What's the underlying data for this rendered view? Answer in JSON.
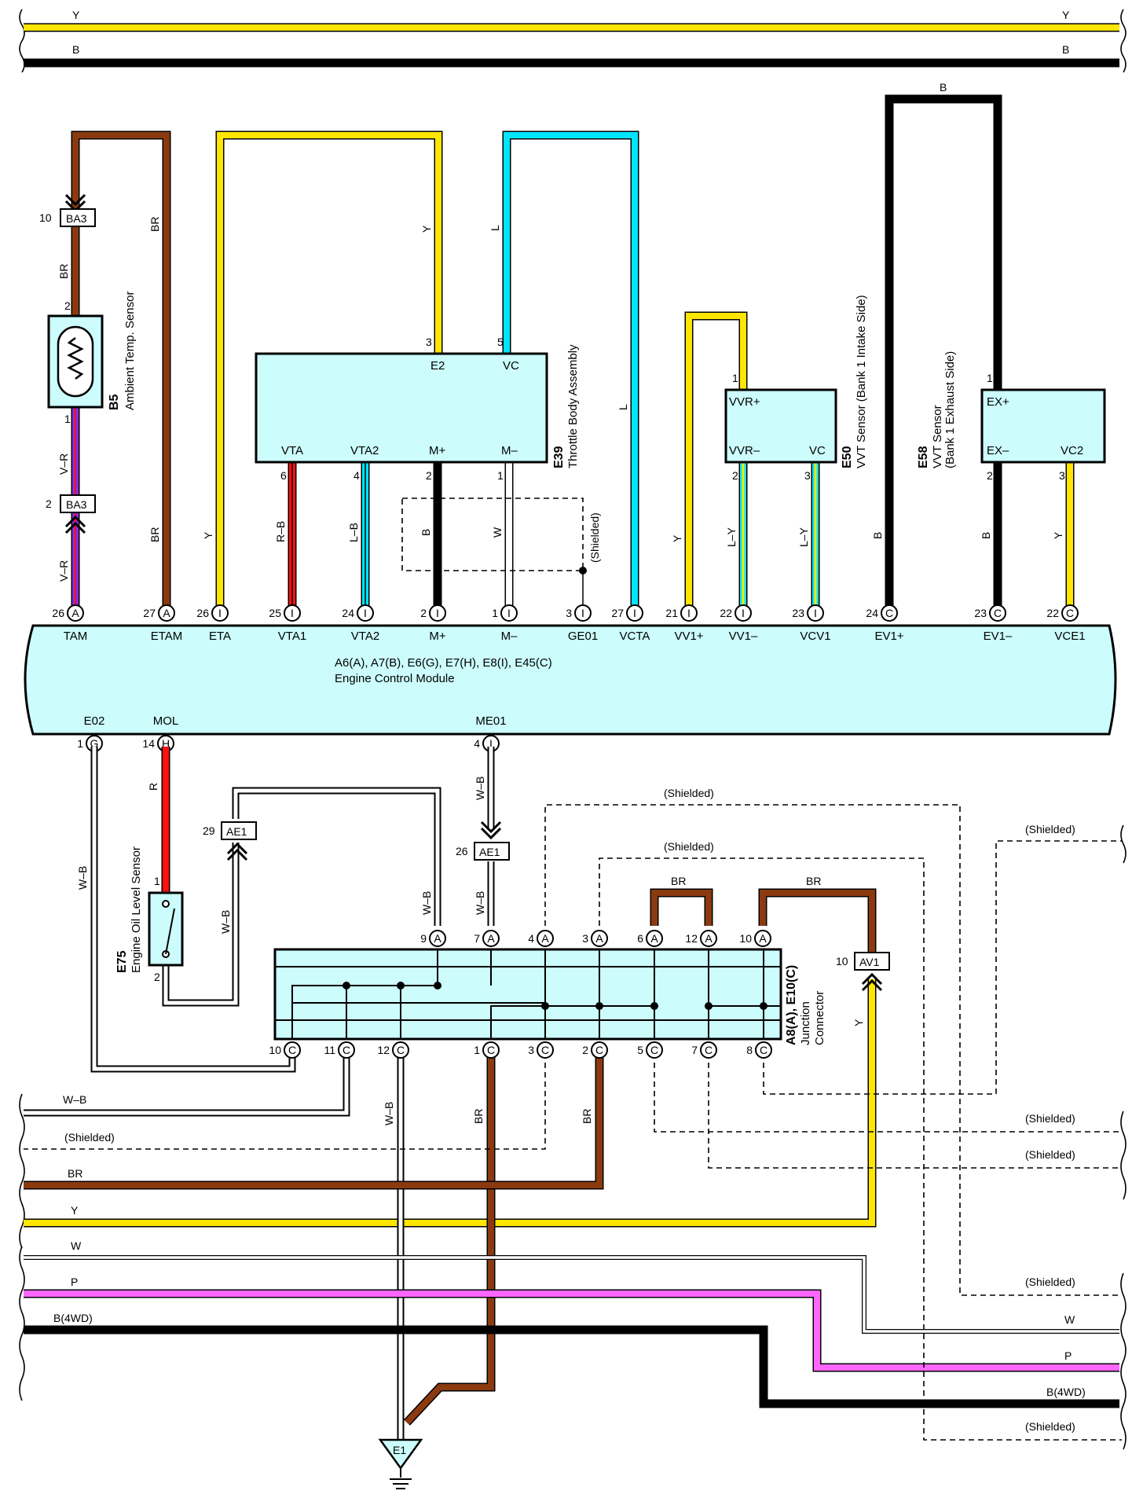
{
  "colors": {
    "Y": "#ffe600",
    "B": "#000000",
    "BR": "#8b3a0f",
    "L": "#00e5ff",
    "R": "#ff1010",
    "W": "#ffffff",
    "P": "#ff66ff",
    "V": "#8a2be2",
    "module_fill": "#ccfcfc"
  },
  "top_wires": {
    "y_left": "Y",
    "y_right": "Y",
    "b_left": "B",
    "b_right": "B"
  },
  "ecm": {
    "title": "A6(A), A7(B), E6(G), E7(H), E8(I), E45(C)",
    "subtitle": "Engine Control Module",
    "terminals": [
      {
        "pin": "26",
        "conn": "A",
        "name": "TAM"
      },
      {
        "pin": "27",
        "conn": "A",
        "name": "ETAM"
      },
      {
        "pin": "26",
        "conn": "I",
        "name": "ETA"
      },
      {
        "pin": "25",
        "conn": "I",
        "name": "VTA1"
      },
      {
        "pin": "24",
        "conn": "I",
        "name": "VTA2"
      },
      {
        "pin": "2",
        "conn": "I",
        "name": "M+"
      },
      {
        "pin": "1",
        "conn": "I",
        "name": "M–"
      },
      {
        "pin": "3",
        "conn": "I",
        "name": "GE01"
      },
      {
        "pin": "27",
        "conn": "I",
        "name": "VCTA"
      },
      {
        "pin": "21",
        "conn": "I",
        "name": "VV1+"
      },
      {
        "pin": "22",
        "conn": "I",
        "name": "VV1–"
      },
      {
        "pin": "23",
        "conn": "I",
        "name": "VCV1"
      },
      {
        "pin": "24",
        "conn": "C",
        "name": "EV1+"
      },
      {
        "pin": "23",
        "conn": "C",
        "name": "EV1–"
      },
      {
        "pin": "22",
        "conn": "C",
        "name": "VCE1"
      }
    ],
    "bottom_terminals": [
      {
        "pin": "1",
        "conn": "G",
        "name": "E02"
      },
      {
        "pin": "14",
        "conn": "H",
        "name": "MOL"
      },
      {
        "pin": "4",
        "conn": "I",
        "name": "ME01"
      }
    ]
  },
  "b5": {
    "id": "B5",
    "name": "Ambient Temp. Sensor",
    "pin_top": "2",
    "pin_bottom": "1"
  },
  "ba3_top": {
    "pin": "10",
    "label": "BA3"
  },
  "ba3_bottom": {
    "pin": "2",
    "label": "BA3"
  },
  "e39": {
    "id": "E39",
    "name": "Throttle Body Assembly",
    "pins": {
      "e2": "E2",
      "vc": "VC",
      "vta": "VTA",
      "vta2": "VTA2",
      "mp": "M+",
      "mm": "M–"
    },
    "nums": {
      "e2": "3",
      "vc": "5",
      "vta": "6",
      "vta2": "4",
      "mp": "2",
      "mm": "1"
    }
  },
  "e50": {
    "id": "E50",
    "name": "VVT Sensor (Bank 1 Intake Side)",
    "pins": {
      "vvrp": "VVR+",
      "vvrm": "VVR–",
      "vc": "VC"
    },
    "nums": {
      "vvrp": "1",
      "vvrm": "2",
      "vc": "3"
    }
  },
  "e58": {
    "id": "E58",
    "name1": "VVT Sensor",
    "name2": "(Bank 1 Exhaust Side)",
    "pins": {
      "exp": "EX+",
      "exm": "EX–",
      "vc2": "VC2"
    },
    "nums": {
      "exp": "1",
      "exm": "2",
      "vc2": "3"
    }
  },
  "e75": {
    "id": "E75",
    "name": "Engine Oil Level Sensor",
    "pin_top": "1",
    "pin_bottom": "2"
  },
  "ae1_29": {
    "pin": "29",
    "label": "AE1"
  },
  "ae1_26": {
    "pin": "26",
    "label": "AE1"
  },
  "av1": {
    "pin": "10",
    "label": "AV1"
  },
  "jc": {
    "id": "A8(A), E10(C)",
    "line2": "Junction",
    "line3": "Connector",
    "top_pins": [
      {
        "pin": "9",
        "conn": "A"
      },
      {
        "pin": "7",
        "conn": "A"
      },
      {
        "pin": "4",
        "conn": "A"
      },
      {
        "pin": "3",
        "conn": "A"
      },
      {
        "pin": "6",
        "conn": "A"
      },
      {
        "pin": "12",
        "conn": "A"
      },
      {
        "pin": "10",
        "conn": "A"
      }
    ],
    "bottom_pins": [
      {
        "pin": "10",
        "conn": "C"
      },
      {
        "pin": "11",
        "conn": "C"
      },
      {
        "pin": "12",
        "conn": "C"
      },
      {
        "pin": "1",
        "conn": "C"
      },
      {
        "pin": "3",
        "conn": "C"
      },
      {
        "pin": "2",
        "conn": "C"
      },
      {
        "pin": "5",
        "conn": "C"
      },
      {
        "pin": "7",
        "conn": "C"
      },
      {
        "pin": "8",
        "conn": "C"
      }
    ]
  },
  "ground": {
    "label": "E1"
  },
  "wire_labels": {
    "br": "BR",
    "y": "Y",
    "l": "L",
    "b": "B",
    "w": "W",
    "vr": "V–R",
    "rb": "R–B",
    "lb": "L–B",
    "ly": "L–Y",
    "wb": "W–B",
    "r": "R",
    "p": "P",
    "b4wd": "B(4WD)",
    "shielded": "(Shielded)"
  }
}
